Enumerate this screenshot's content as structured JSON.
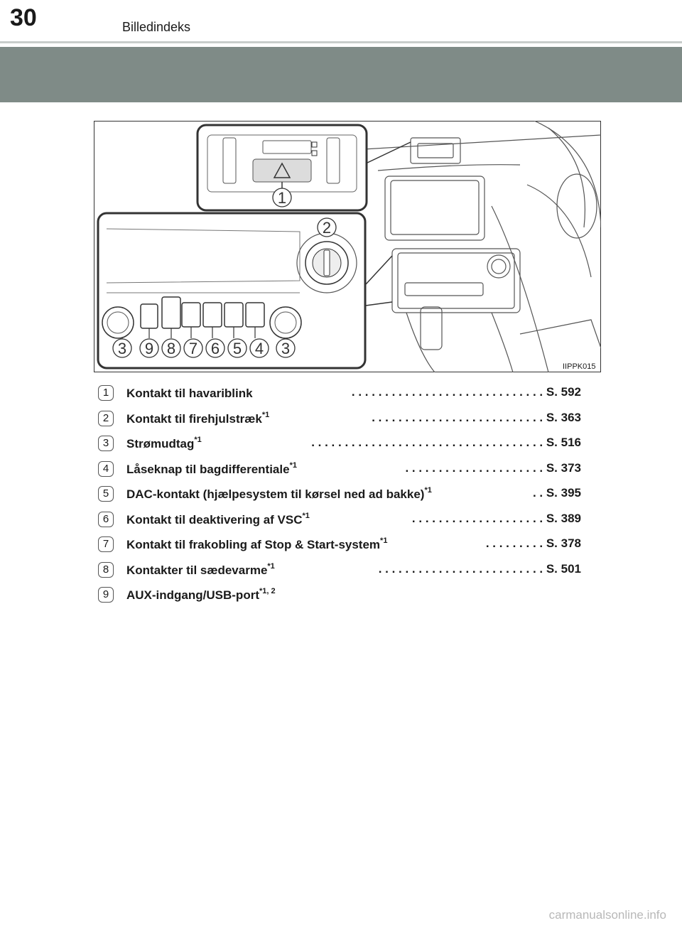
{
  "header": {
    "page_number": "30",
    "title": "Billedindeks"
  },
  "illustration": {
    "code": "IIPPK015",
    "callouts": [
      "1",
      "2",
      "3",
      "9",
      "8",
      "7",
      "6",
      "5",
      "4",
      "3"
    ]
  },
  "items": [
    {
      "num": "1",
      "text": "Kontakt til havariblink",
      "sup": "",
      "ref": ". . . . . . . . . . . . . . . . . . . . . . . . . . . . . S. 592"
    },
    {
      "num": "2",
      "text": "Kontakt til firehjulstræk",
      "sup": "*1",
      "ref": ". . . . . . . . . . . . . . . . . . . . . . . . . . S. 363"
    },
    {
      "num": "3",
      "text": "Strømudtag",
      "sup": "*1",
      "ref": ". . . . . . . . . . . . . . . . . . . . . . . . . . . . . . . . . . . S. 516"
    },
    {
      "num": "4",
      "text": "Låseknap til bagdifferentiale",
      "sup": "*1",
      "ref": ". . . . . . . . . . . . . . . . . . . . . S. 373"
    },
    {
      "num": "5",
      "text": "DAC-kontakt (hjælpesystem til kørsel ned ad bakke)",
      "sup": "*1",
      "ref": ". . S. 395"
    },
    {
      "num": "6",
      "text": "Kontakt til deaktivering af VSC",
      "sup": "*1",
      "ref": ". . . . . . . . . . . . . . . . . . . . S. 389"
    },
    {
      "num": "7",
      "text": "Kontakt til frakobling af Stop & Start-system",
      "sup": "*1",
      "ref": ". . . . . . . . . S. 378"
    },
    {
      "num": "8",
      "text": "Kontakter til sædevarme",
      "sup": "*1",
      "ref": ". . . . . . . . . . . . . . . . . . . . . . . . . S. 501"
    },
    {
      "num": "9",
      "text": "AUX-indgang/USB-port",
      "sup": "*1, 2",
      "ref": ""
    }
  ],
  "watermark": "carmanualsonline.info"
}
